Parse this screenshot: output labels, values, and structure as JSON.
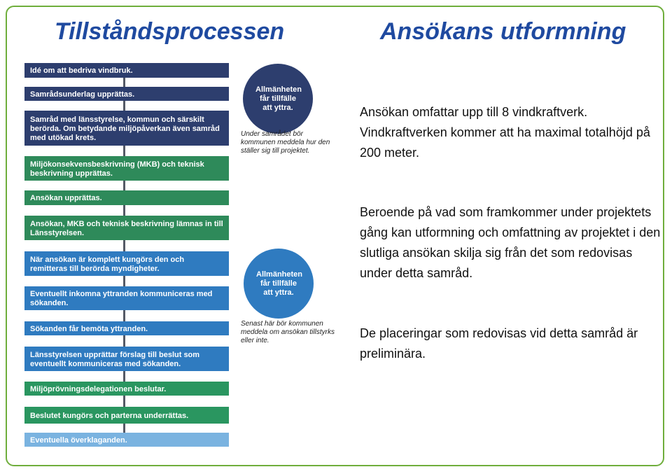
{
  "titles": {
    "left": "Tillståndsprocessen",
    "right": "Ansökans utformning"
  },
  "steps": [
    {
      "text": "Idé om att bedriva vindbruk.",
      "color": "#2d3e6e"
    },
    {
      "text": "Samrådsunderlag upprättas.",
      "color": "#2d3e6e"
    },
    {
      "text": "Samråd med länsstyrelse, kommun och särskilt berörda. Om betydande miljöpåverkan även samråd med utökad krets.",
      "color": "#2d3e6e"
    },
    {
      "text": "Miljökonsekvensbeskrivning (MKB) och teknisk beskrivning upprättas.",
      "color": "#2e8a5a"
    },
    {
      "text": "Ansökan upprättas.",
      "color": "#2e8a5a"
    },
    {
      "text": "Ansökan, MKB och teknisk beskrivning lämnas in till Länsstyrelsen.",
      "color": "#2e8a5a"
    },
    {
      "text": "När ansökan är komplett kungörs den och remitteras till berörda myndigheter.",
      "color": "#2f7bc0"
    },
    {
      "text": "Eventuellt inkomna yttranden kommuniceras med sökanden.",
      "color": "#2f7bc0"
    },
    {
      "text": "Sökanden får bemöta yttranden.",
      "color": "#2f7bc0"
    },
    {
      "text": "Länsstyrelsen upprättar förslag till beslut som eventuellt kommuniceras med sökanden.",
      "color": "#2f7bc0"
    },
    {
      "text": "Miljöprövningsdelegationen beslutar.",
      "color": "#2a9660"
    },
    {
      "text": "Beslutet kungörs och parterna underrättas.",
      "color": "#2a9660"
    },
    {
      "text": "Eventuella överklaganden.",
      "color": "#7ab3e0"
    }
  ],
  "circles": [
    {
      "text": "Allmänheten får tillfälle att yttra.",
      "note": "Under samrådet bör kommunen meddela hur den ställer sig till projektet."
    },
    {
      "text": "Allmänheten får tillfälle att yttra.",
      "note": "Senast här bör kommunen meddela om ansökan tillstyrks eller inte."
    }
  ],
  "paragraphs": [
    "Ansökan omfattar upp till 8 vindkraftverk. Vindkraftverken kommer att ha maximal totalhöjd på 200 meter.",
    "Beroende på vad som framkommer under projektets gång kan utformning och omfattning av projektet i den slutliga ansökan skilja sig från det som redovisas under detta samråd.",
    "De placeringar som redovisas vid detta samråd är preliminära."
  ]
}
